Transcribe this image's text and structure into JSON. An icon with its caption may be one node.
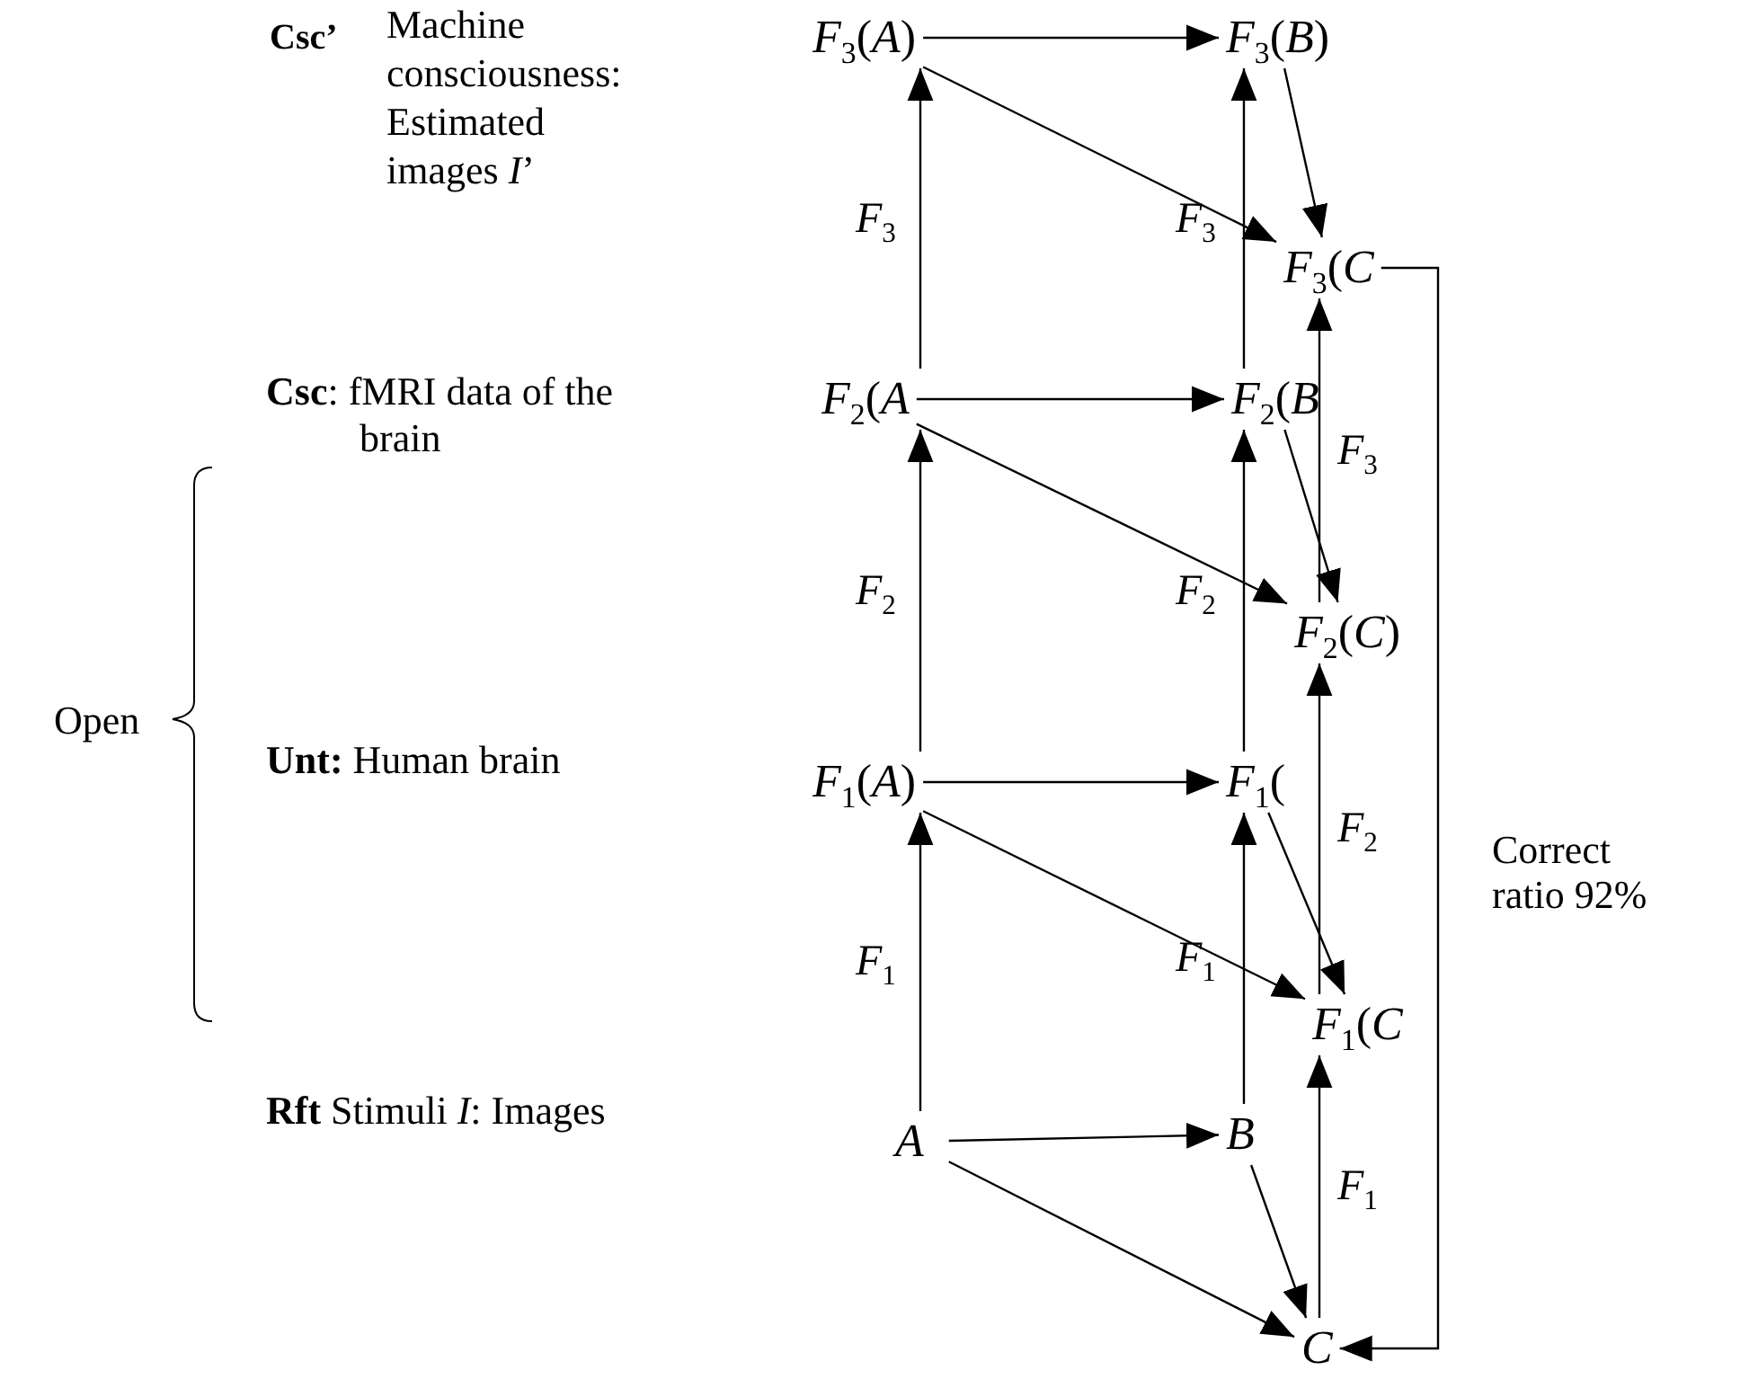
{
  "diagram": {
    "nodes": [
      {
        "text": [
          "*F*$_{3}$(*A*)"
        ]
      },
      {
        "text": [
          "*F*$_{3}$(*B*)"
        ]
      },
      {
        "text": [
          "*F*$_{3}$(*C*"
        ]
      },
      {
        "text": [
          "*F*$_{2}$(*A*"
        ]
      },
      {
        "text": [
          "*F*$_{2}$(*B*"
        ]
      },
      {
        "text": [
          "*F*$_{2}$(*C*)"
        ]
      },
      {
        "text": [
          "*F*$_{1}$(*A*)"
        ]
      },
      {
        "text": [
          "*F*$_{1}$("
        ]
      },
      {
        "text": [
          "*F*$_{1}$(*C*"
        ]
      },
      {
        "text": [
          "*A*"
        ]
      },
      {
        "text": [
          "*B*"
        ]
      },
      {
        "text": [
          "*C*"
        ]
      }
    ],
    "edges": [
      {
        "from": 0,
        "to": 1,
        "arrow": "to"
      },
      {
        "from": 0,
        "to": 2,
        "arrow": "to"
      },
      {
        "from": 1,
        "to": 2,
        "arrow": "to"
      },
      {
        "from": 3,
        "to": 0,
        "arrow": "to",
        "label": "*F*$_{3}$"
      },
      {
        "from": 4,
        "to": 1,
        "arrow": "to",
        "label": "*F*$_{3}$"
      },
      {
        "from": 5,
        "to": 2,
        "arrow": "to",
        "label": "*F*$_{3}$"
      },
      {
        "from": 3,
        "to": 4,
        "arrow": "to"
      },
      {
        "from": 3,
        "to": 5,
        "arrow": "to"
      },
      {
        "from": 4,
        "to": 5,
        "arrow": "to"
      },
      {
        "from": 6,
        "to": 3,
        "arrow": "to",
        "label": "*F*$_{2}$"
      },
      {
        "from": 7,
        "to": 4,
        "arrow": "to",
        "label": "*F*$_{2}$"
      },
      {
        "from": 8,
        "to": 5,
        "arrow": "to",
        "label": "*F*$_{2}$"
      },
      {
        "from": 6,
        "to": 7,
        "arrow": "to"
      },
      {
        "from": 6,
        "to": 8,
        "arrow": "to"
      },
      {
        "from": 7,
        "to": 8,
        "arrow": "to"
      },
      {
        "from": 9,
        "to": 6,
        "arrow": "to",
        "label": "*F*$_{1}$"
      },
      {
        "from": 10,
        "to": 7,
        "arrow": "to",
        "label": "*F*$_{1}$"
      },
      {
        "from": 11,
        "to": 8,
        "arrow": "to",
        "label": "*F*$_{1}$"
      },
      {
        "from": 9,
        "to": 10,
        "arrow": "to"
      },
      {
        "from": 9,
        "to": 11,
        "arrow": "to"
      },
      {
        "from": 10,
        "to": 11,
        "arrow": "to"
      },
      {
        "from": 2,
        "to": 11,
        "arrow": "to",
        "label": "Correct ratio 92%"
      }
    ],
    "labels": [
      "**Csc’**",
      "Machine consciousness: Estimated images *I*’",
      "**Csc**: fMRI data of the brain",
      "Open",
      "**Unt:** Human brain",
      "**Rft** Stimuli *I*: Images"
    ]
  }
}
